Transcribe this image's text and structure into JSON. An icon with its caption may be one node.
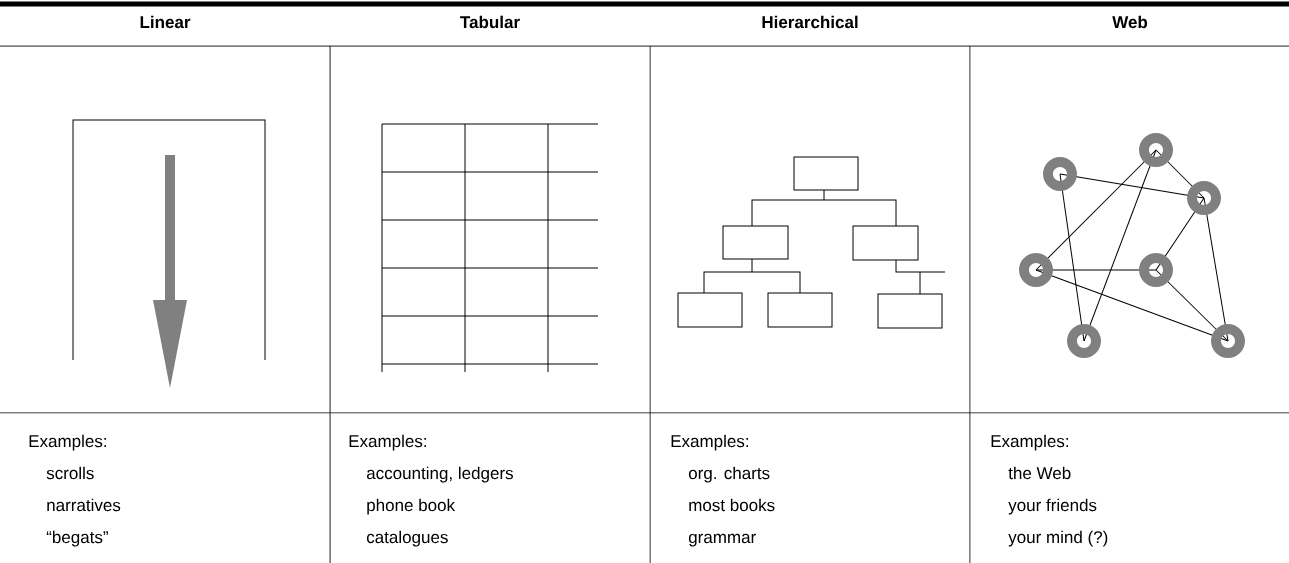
{
  "diagram": {
    "labels": [
      "Linear",
      "Tabular",
      "Hierarchical",
      "Web",
      "Examples:",
      "scrolls",
      "narratives",
      "“begats”",
      "Examples:",
      "accounting, ledgers",
      "phone book",
      "catalogues",
      "Examples:",
      "org. charts",
      "most books",
      "grammar",
      "Examples:",
      "the Web",
      "your friends",
      "your mind (?)"
    ]
  }
}
